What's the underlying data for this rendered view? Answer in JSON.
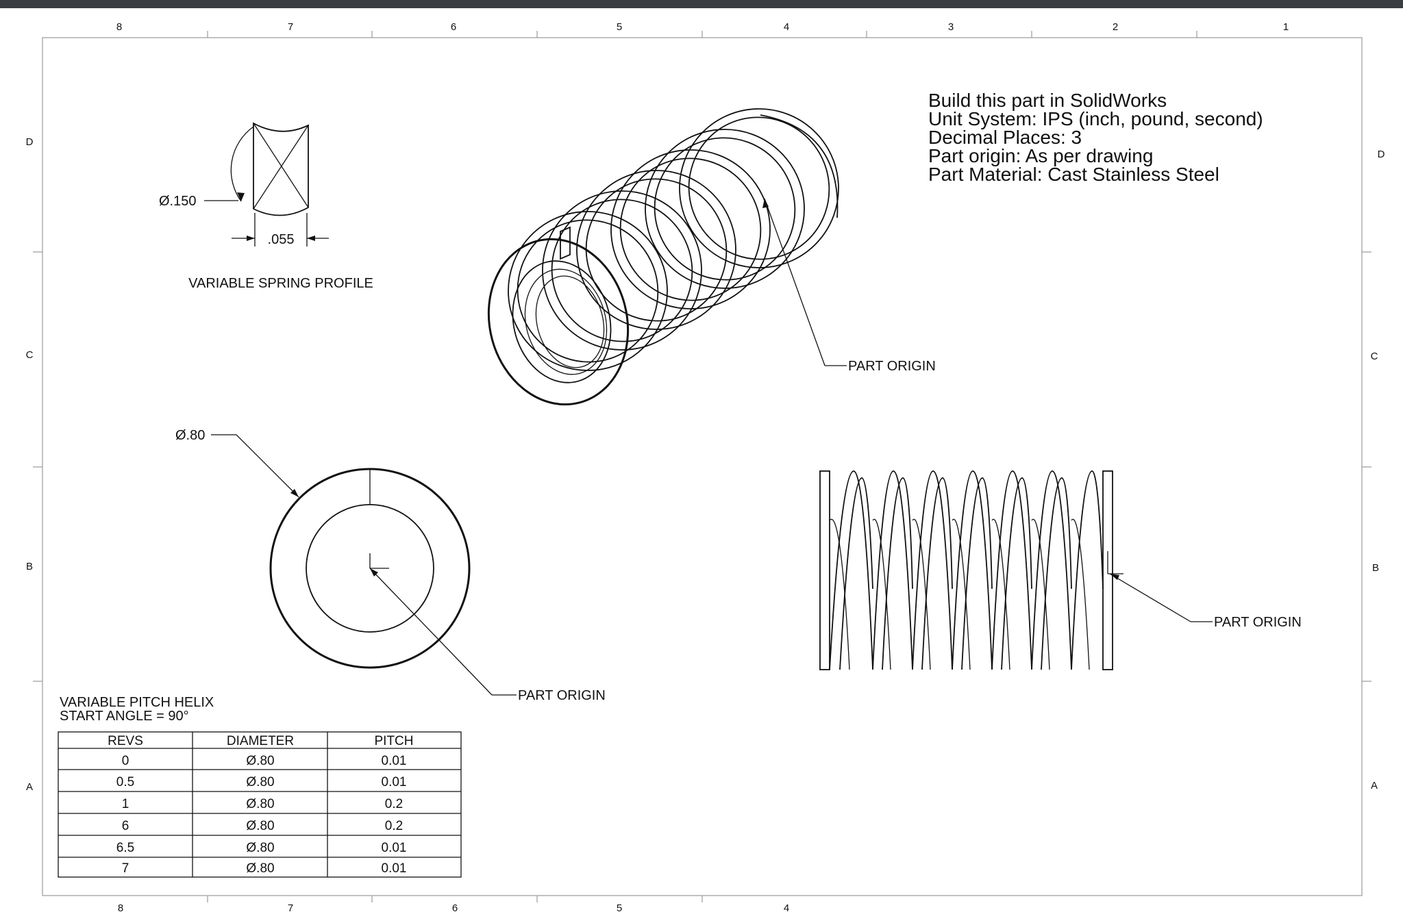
{
  "zones": {
    "top": [
      "8",
      "7",
      "6",
      "5",
      "4",
      "3",
      "2",
      "1"
    ],
    "bottom": [
      "8",
      "7",
      "6",
      "5",
      "4"
    ],
    "left": [
      "D",
      "C",
      "B",
      "A"
    ],
    "right": [
      "D",
      "C",
      "B",
      "A"
    ]
  },
  "notes": [
    "Build this part in SolidWorks",
    "Unit System: IPS (inch, pound, second)",
    "Decimal Places: 3",
    "Part origin: As per drawing",
    "Part Material: Cast Stainless Steel"
  ],
  "profile": {
    "dia_label": "Ø.150",
    "width_label": ".055",
    "title": "VARIABLE SPRING PROFILE"
  },
  "end_view": {
    "dia_label": "Ø.80",
    "origin_label": "PART ORIGIN"
  },
  "iso_view": {
    "origin_label": "PART ORIGIN"
  },
  "side_view": {
    "origin_label": "PART ORIGIN"
  },
  "helix_table": {
    "title": "VARIABLE PITCH HELIX",
    "start_angle": "START ANGLE = 90°",
    "headers": [
      "REVS",
      "DIAMETER",
      "PITCH"
    ],
    "rows": [
      [
        "0",
        "Ø.80",
        "0.01"
      ],
      [
        "0.5",
        "Ø.80",
        "0.01"
      ],
      [
        "1",
        "Ø.80",
        "0.2"
      ],
      [
        "6",
        "Ø.80",
        "0.2"
      ],
      [
        "6.5",
        "Ø.80",
        "0.01"
      ],
      [
        "7",
        "Ø.80",
        "0.01"
      ]
    ]
  }
}
